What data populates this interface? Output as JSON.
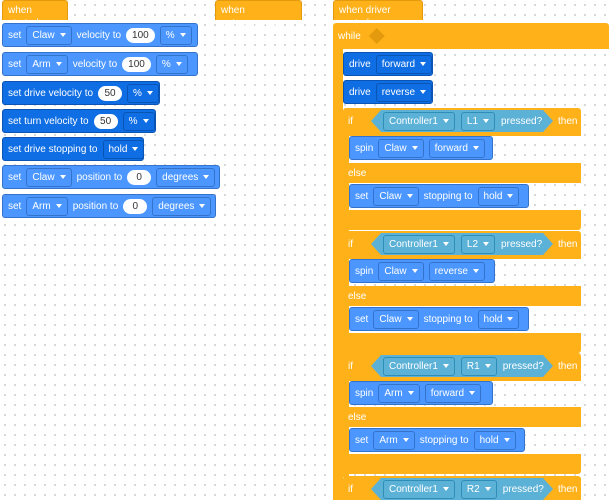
{
  "stacks": {
    "when_started": {
      "hat_label": "when started",
      "blocks": [
        {
          "op": "set",
          "target": "Claw",
          "mid": "velocity to",
          "value": "100",
          "unit": "%"
        },
        {
          "op": "set",
          "target": "Arm",
          "mid": "velocity to",
          "value": "100",
          "unit": "%"
        },
        {
          "text": "set drive velocity to",
          "value": "50",
          "unit": "%"
        },
        {
          "text": "set turn velocity to",
          "value": "50",
          "unit": "%"
        },
        {
          "text": "set drive stopping to",
          "option": "hold"
        },
        {
          "op": "set",
          "target": "Claw",
          "mid": "position to",
          "value": "0",
          "unit": "degrees"
        },
        {
          "op": "set",
          "target": "Arm",
          "mid": "position to",
          "value": "0",
          "unit": "degrees"
        }
      ]
    },
    "when_autonomous": {
      "hat_label": "when autonomous"
    },
    "when_driver": {
      "hat_label": "when driver control",
      "while_label": "while",
      "drive_blocks": [
        {
          "op": "drive",
          "direction": "forward"
        },
        {
          "op": "drive",
          "direction": "reverse"
        }
      ],
      "if_label": "if",
      "then_label": "then",
      "else_label": "else",
      "if_blocks": [
        {
          "controller": "Controller1",
          "button": "L1",
          "pressed": "pressed?",
          "then": {
            "op": "spin",
            "target": "Claw",
            "dir": "forward"
          },
          "else": {
            "op": "set",
            "target": "Claw",
            "mid": "stopping to",
            "option": "hold"
          }
        },
        {
          "controller": "Controller1",
          "button": "L2",
          "pressed": "pressed?",
          "then": {
            "op": "spin",
            "target": "Claw",
            "dir": "reverse"
          },
          "else": {
            "op": "set",
            "target": "Claw",
            "mid": "stopping to",
            "option": "hold"
          }
        },
        {
          "controller": "Controller1",
          "button": "R1",
          "pressed": "pressed?",
          "then": {
            "op": "spin",
            "target": "Arm",
            "dir": "forward"
          },
          "else": {
            "op": "set",
            "target": "Arm",
            "mid": "stopping to",
            "option": "hold"
          }
        },
        {
          "controller": "Controller1",
          "button": "R2",
          "pressed": "pressed?"
        }
      ]
    }
  },
  "colors": {
    "events": "#ffb11a",
    "motion": "#4c97ff",
    "drivetrain": "#0f6ee3",
    "sensing": "#5cb1d6"
  }
}
